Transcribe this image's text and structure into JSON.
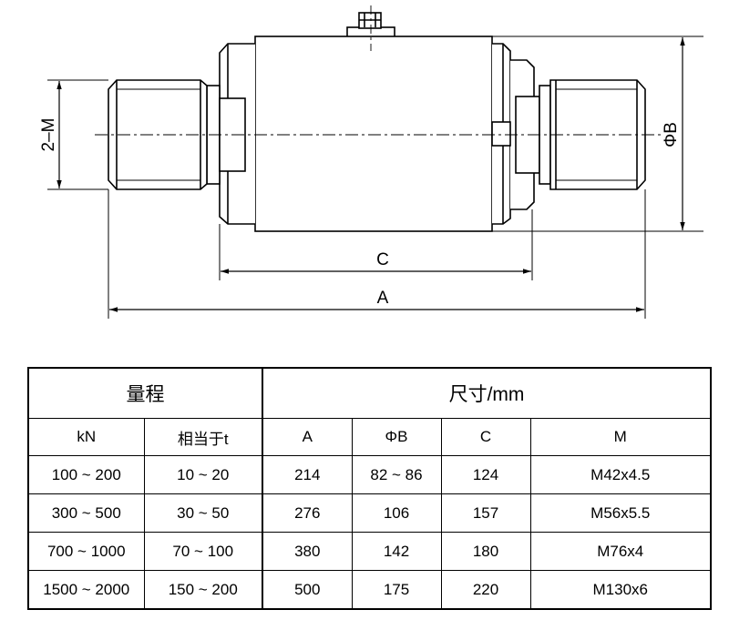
{
  "drawing": {
    "labels": {
      "c": "C",
      "a": "A",
      "diameter_b": "ΦB",
      "thread_m": "2–M"
    }
  },
  "table": {
    "group_headers": {
      "range": "量程",
      "dimensions": "尺寸/mm"
    },
    "columns": [
      "kN",
      "相当于t",
      "A",
      "ΦB",
      "C",
      "M"
    ],
    "rows": [
      [
        "100 ~ 200",
        "10 ~ 20",
        "214",
        "82 ~ 86",
        "124",
        "M42x4.5"
      ],
      [
        "300 ~ 500",
        "30 ~ 50",
        "276",
        "106",
        "157",
        "M56x5.5"
      ],
      [
        "700 ~ 1000",
        "70 ~ 100",
        "380",
        "142",
        "180",
        "M76x4"
      ],
      [
        "1500 ~ 2000",
        "150 ~ 200",
        "500",
        "175",
        "220",
        "M130x6"
      ]
    ]
  }
}
